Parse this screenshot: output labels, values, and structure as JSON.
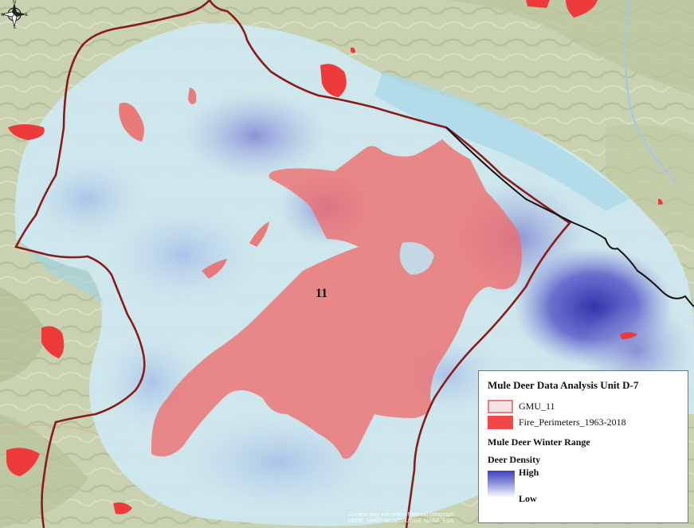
{
  "map": {
    "unit_label": "11",
    "attribution": {
      "line1": "Content may not reflect National Geograph",
      "line2": "HERE, UNEP-WCMC, USGS, NASA, ESA"
    }
  },
  "legend": {
    "title": "Mule Deer Data Analysis Unit D-7",
    "items": [
      {
        "label": "GMU_11",
        "color": "#e48080"
      },
      {
        "label": "Fire_Perimeters_1963-2018",
        "color": "#ef4848"
      }
    ],
    "layer_title": "Mule Deer Winter Range",
    "density_title": "Deer Density",
    "high_label": "High",
    "low_label": "Low",
    "gradient": {
      "high_color": "#3e3ec0",
      "low_color": "#ffffff"
    }
  },
  "colors": {
    "terrain": "#c9d3b2",
    "boundary": "#8b1a1a",
    "state_line": "#111111",
    "fire": "#ee3a3a",
    "fire_overlay": "#f07a7a",
    "density_high": "#3e3ec0",
    "density_mid": "#8c90d8",
    "density_low": "#d7ecf3"
  },
  "north_arrow": {
    "icon": "compass-rose-icon",
    "labels": [
      "N",
      "S",
      "E",
      "W"
    ]
  }
}
